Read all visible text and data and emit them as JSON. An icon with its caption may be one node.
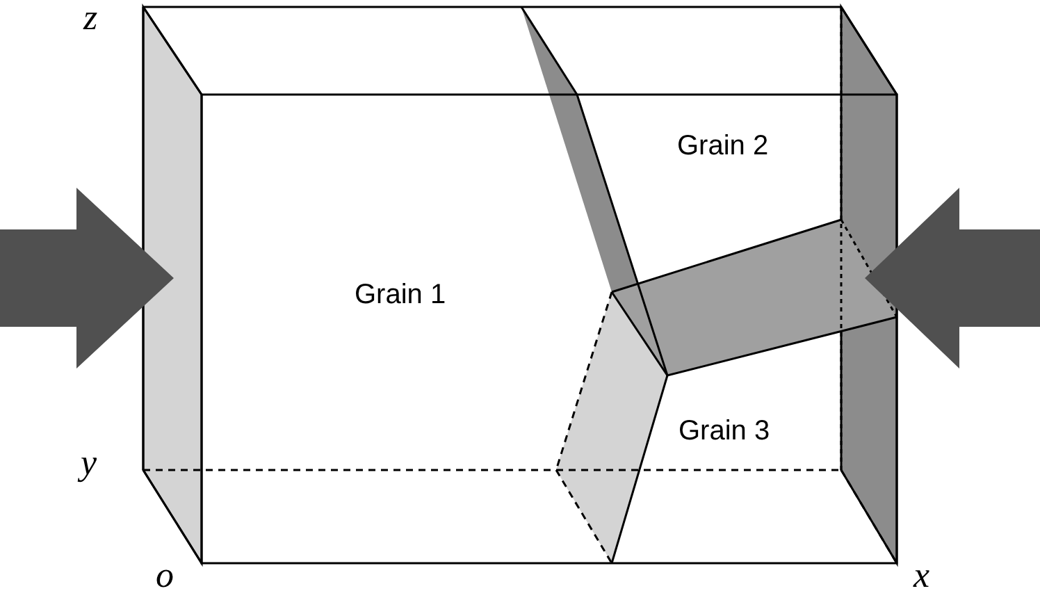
{
  "diagram": {
    "labels": [
      "z",
      "Grain 2",
      "Grain 1",
      "Grain 3",
      "y",
      "o",
      "x"
    ]
  }
}
